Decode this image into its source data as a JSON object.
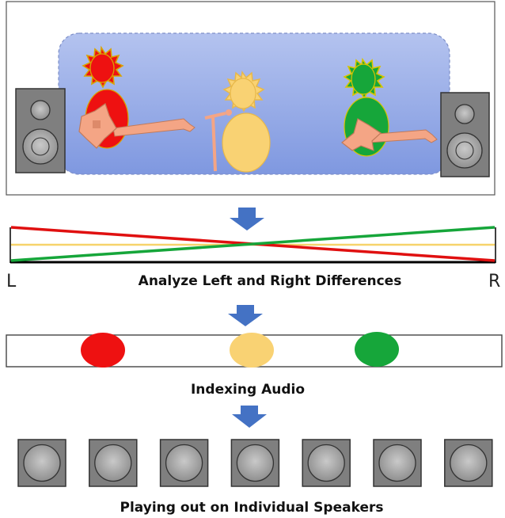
{
  "steps": {
    "analyze": "Analyze Left and Right Differences",
    "indexing": "Indexing Audio",
    "playing": "Playing out on Individual Speakers"
  },
  "axis": {
    "left": "L",
    "right": "R"
  },
  "colors": {
    "red": "#ee1111",
    "yellow": "#f9d273",
    "green": "#16a63a",
    "arrow": "#4472c4",
    "stage_fill": "#9fb2ea",
    "speaker": "#7f7f7f"
  },
  "musicians": [
    {
      "name": "red-guitarist",
      "color": "#ee1111"
    },
    {
      "name": "yellow-singer",
      "color": "#f9d273"
    },
    {
      "name": "green-guitarist",
      "color": "#16a63a"
    }
  ],
  "individual_speaker_count": 7
}
